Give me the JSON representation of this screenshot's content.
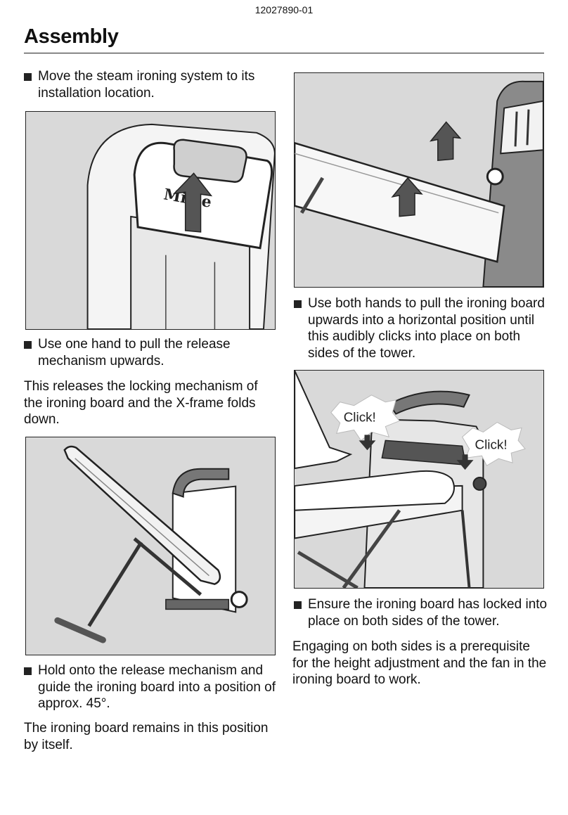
{
  "header": {
    "doc_number": "12027890-01",
    "title": "Assembly"
  },
  "figures": {
    "fig1": {
      "brand": "Miele",
      "icons": [
        "appliance-top-illustration",
        "up-arrow-icon"
      ]
    },
    "fig2": {
      "icons": [
        "ironing-board-horizontal-illustration",
        "up-arrow-icon"
      ]
    },
    "fig3": {
      "icons": [
        "ironing-board-45-degree-illustration"
      ]
    },
    "fig4": {
      "click_left": "Click!",
      "click_right": "Click!",
      "icons": [
        "hands-locking-board-illustration",
        "click-burst-icon",
        "down-arrow-icon"
      ]
    }
  },
  "left": {
    "step1": "Move the steam ironing system to its installation location.",
    "step2": "Use one hand to pull the release mechanism upwards.",
    "note2": "This releases the locking mechanism of the ironing board and the X-frame folds down.",
    "step3": "Hold onto the release mechanism and guide the ironing board into a position of approx. 45°.",
    "note3": "The ironing board remains in this position by itself."
  },
  "right": {
    "step4": "Use both hands to pull the ironing board upwards into a horizontal position until this audibly clicks into place on both sides of the tower.",
    "step5": "Ensure the ironing board has locked into place on both sides of the tower.",
    "note5": "Engaging on both sides is a prerequisite for the height adjustment and the fan in the ironing board to work."
  }
}
